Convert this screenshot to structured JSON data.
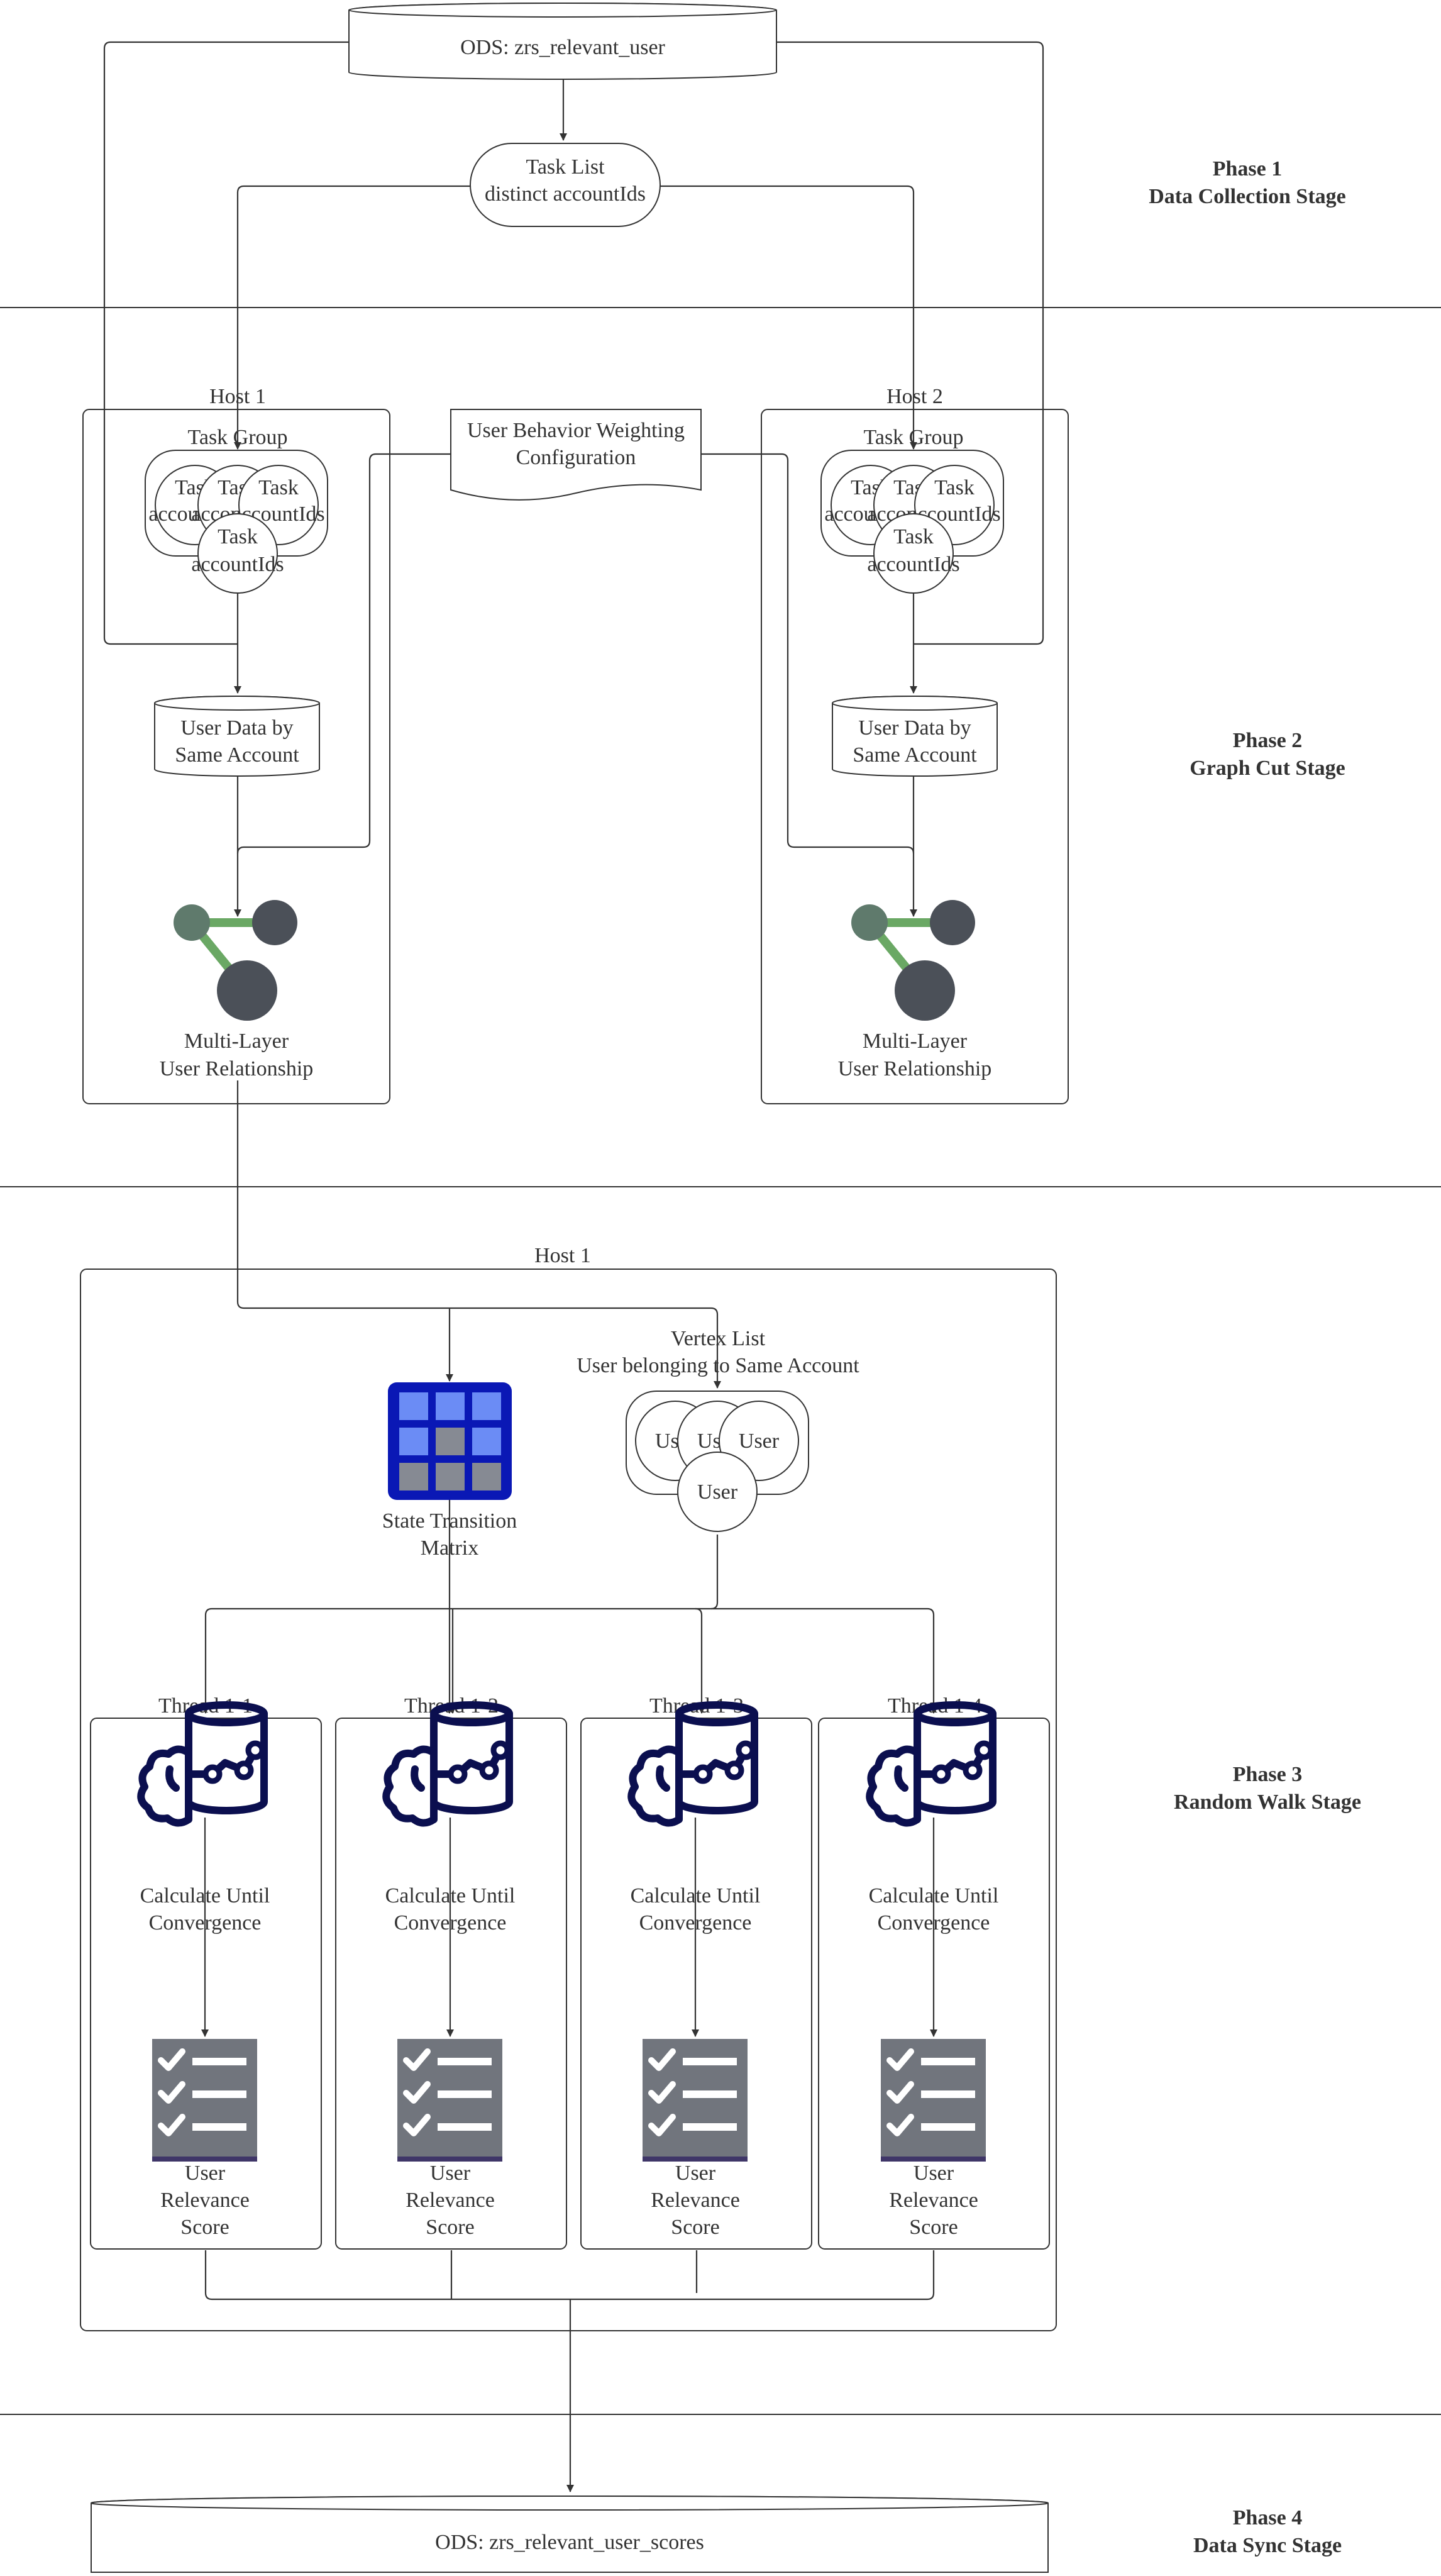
{
  "phases": [
    {
      "title": "Phase 1",
      "subtitle": "Data Collection Stage"
    },
    {
      "title": "Phase 2",
      "subtitle": "Graph Cut Stage"
    },
    {
      "title": "Phase 3",
      "subtitle": "Random Walk Stage"
    },
    {
      "title": "Phase 4",
      "subtitle": "Data Sync Stage"
    }
  ],
  "phase1": {
    "source_db": "ODS: zrs_relevant_user",
    "task_list": {
      "line1": "Task List",
      "line2": "distinct accountIds"
    }
  },
  "phase2": {
    "weighting_config": {
      "line1": "User Behavior Weighting",
      "line2": "Configuration"
    },
    "hosts": [
      {
        "title": "Host 1",
        "task_group": "Task Group",
        "task_items": [
          {
            "line1": "Task",
            "line2": "accountIds"
          },
          {
            "line1": "Task",
            "line2": "accountIds"
          },
          {
            "line1": "Task",
            "line2": "accountIds"
          },
          {
            "line1": "Task",
            "line2": "accountIds"
          }
        ],
        "user_data": {
          "line1": "User Data by",
          "line2": "Same Account"
        },
        "relationship": {
          "line1": "Multi-Layer",
          "line2": "User Relationship"
        }
      },
      {
        "title": "Host 2",
        "task_group": "Task Group",
        "task_items": [
          {
            "line1": "Task",
            "line2": "accountIds"
          },
          {
            "line1": "Task",
            "line2": "accountIds"
          },
          {
            "line1": "Task",
            "line2": "accountIds"
          },
          {
            "line1": "Task",
            "line2": "accountIds"
          }
        ],
        "user_data": {
          "line1": "User Data by",
          "line2": "Same Account"
        },
        "relationship": {
          "line1": "Multi-Layer",
          "line2": "User Relationship"
        }
      }
    ]
  },
  "phase3": {
    "host_title": "Host 1",
    "matrix": {
      "line1": "State Transition",
      "line2": "Matrix"
    },
    "vertex_list": {
      "line1": "Vertex List",
      "line2": "User belonging to Same Account",
      "items": [
        "User",
        "User",
        "User",
        "User"
      ]
    },
    "threads": [
      {
        "title": "Thread 1-1",
        "calc": {
          "line1": "Calculate Until",
          "line2": "Convergence"
        },
        "score": {
          "line1": "User",
          "line2": "Relevance",
          "line3": "Score"
        }
      },
      {
        "title": "Thread 1-2",
        "calc": {
          "line1": "Calculate Until",
          "line2": "Convergence"
        },
        "score": {
          "line1": "User",
          "line2": "Relevance",
          "line3": "Score"
        }
      },
      {
        "title": "Thread 1-3",
        "calc": {
          "line1": "Calculate Until",
          "line2": "Convergence"
        },
        "score": {
          "line1": "User",
          "line2": "Relevance",
          "line3": "Score"
        }
      },
      {
        "title": "Thread 1-4",
        "calc": {
          "line1": "Calculate Until",
          "line2": "Convergence"
        },
        "score": {
          "line1": "User",
          "line2": "Relevance",
          "line3": "Score"
        }
      }
    ]
  },
  "phase4": {
    "target_db": "ODS: zrs_relevant_user_scores"
  },
  "colors": {
    "graph_node_light": "#5f7a6c",
    "graph_node_dark": "#4b5058",
    "graph_edge": "#6aa864",
    "matrix_border": "#0a18b5",
    "matrix_cell": "#6b8cf5",
    "matrix_cell_grey": "#868a93",
    "icon_navy": "#0b0f4f",
    "checklist_bg": "#71757d",
    "checklist_bar": "#3f3668"
  },
  "icons": {
    "graph": "graph-network-icon",
    "matrix": "state-matrix-icon",
    "calc": "brain-database-icon",
    "score": "checklist-icon"
  }
}
